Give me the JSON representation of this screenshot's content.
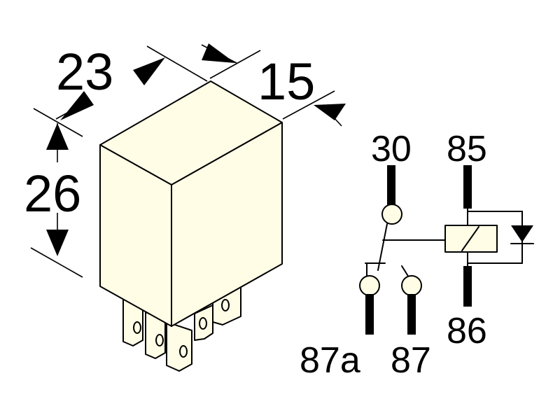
{
  "dimensions": {
    "length": "23",
    "width": "15",
    "height": "26"
  },
  "terminals": {
    "t30": "30",
    "t85": "85",
    "t86": "86",
    "t87a": "87a",
    "t87": "87"
  },
  "colors": {
    "body_fill": "#fffde6",
    "line": "#000000"
  }
}
